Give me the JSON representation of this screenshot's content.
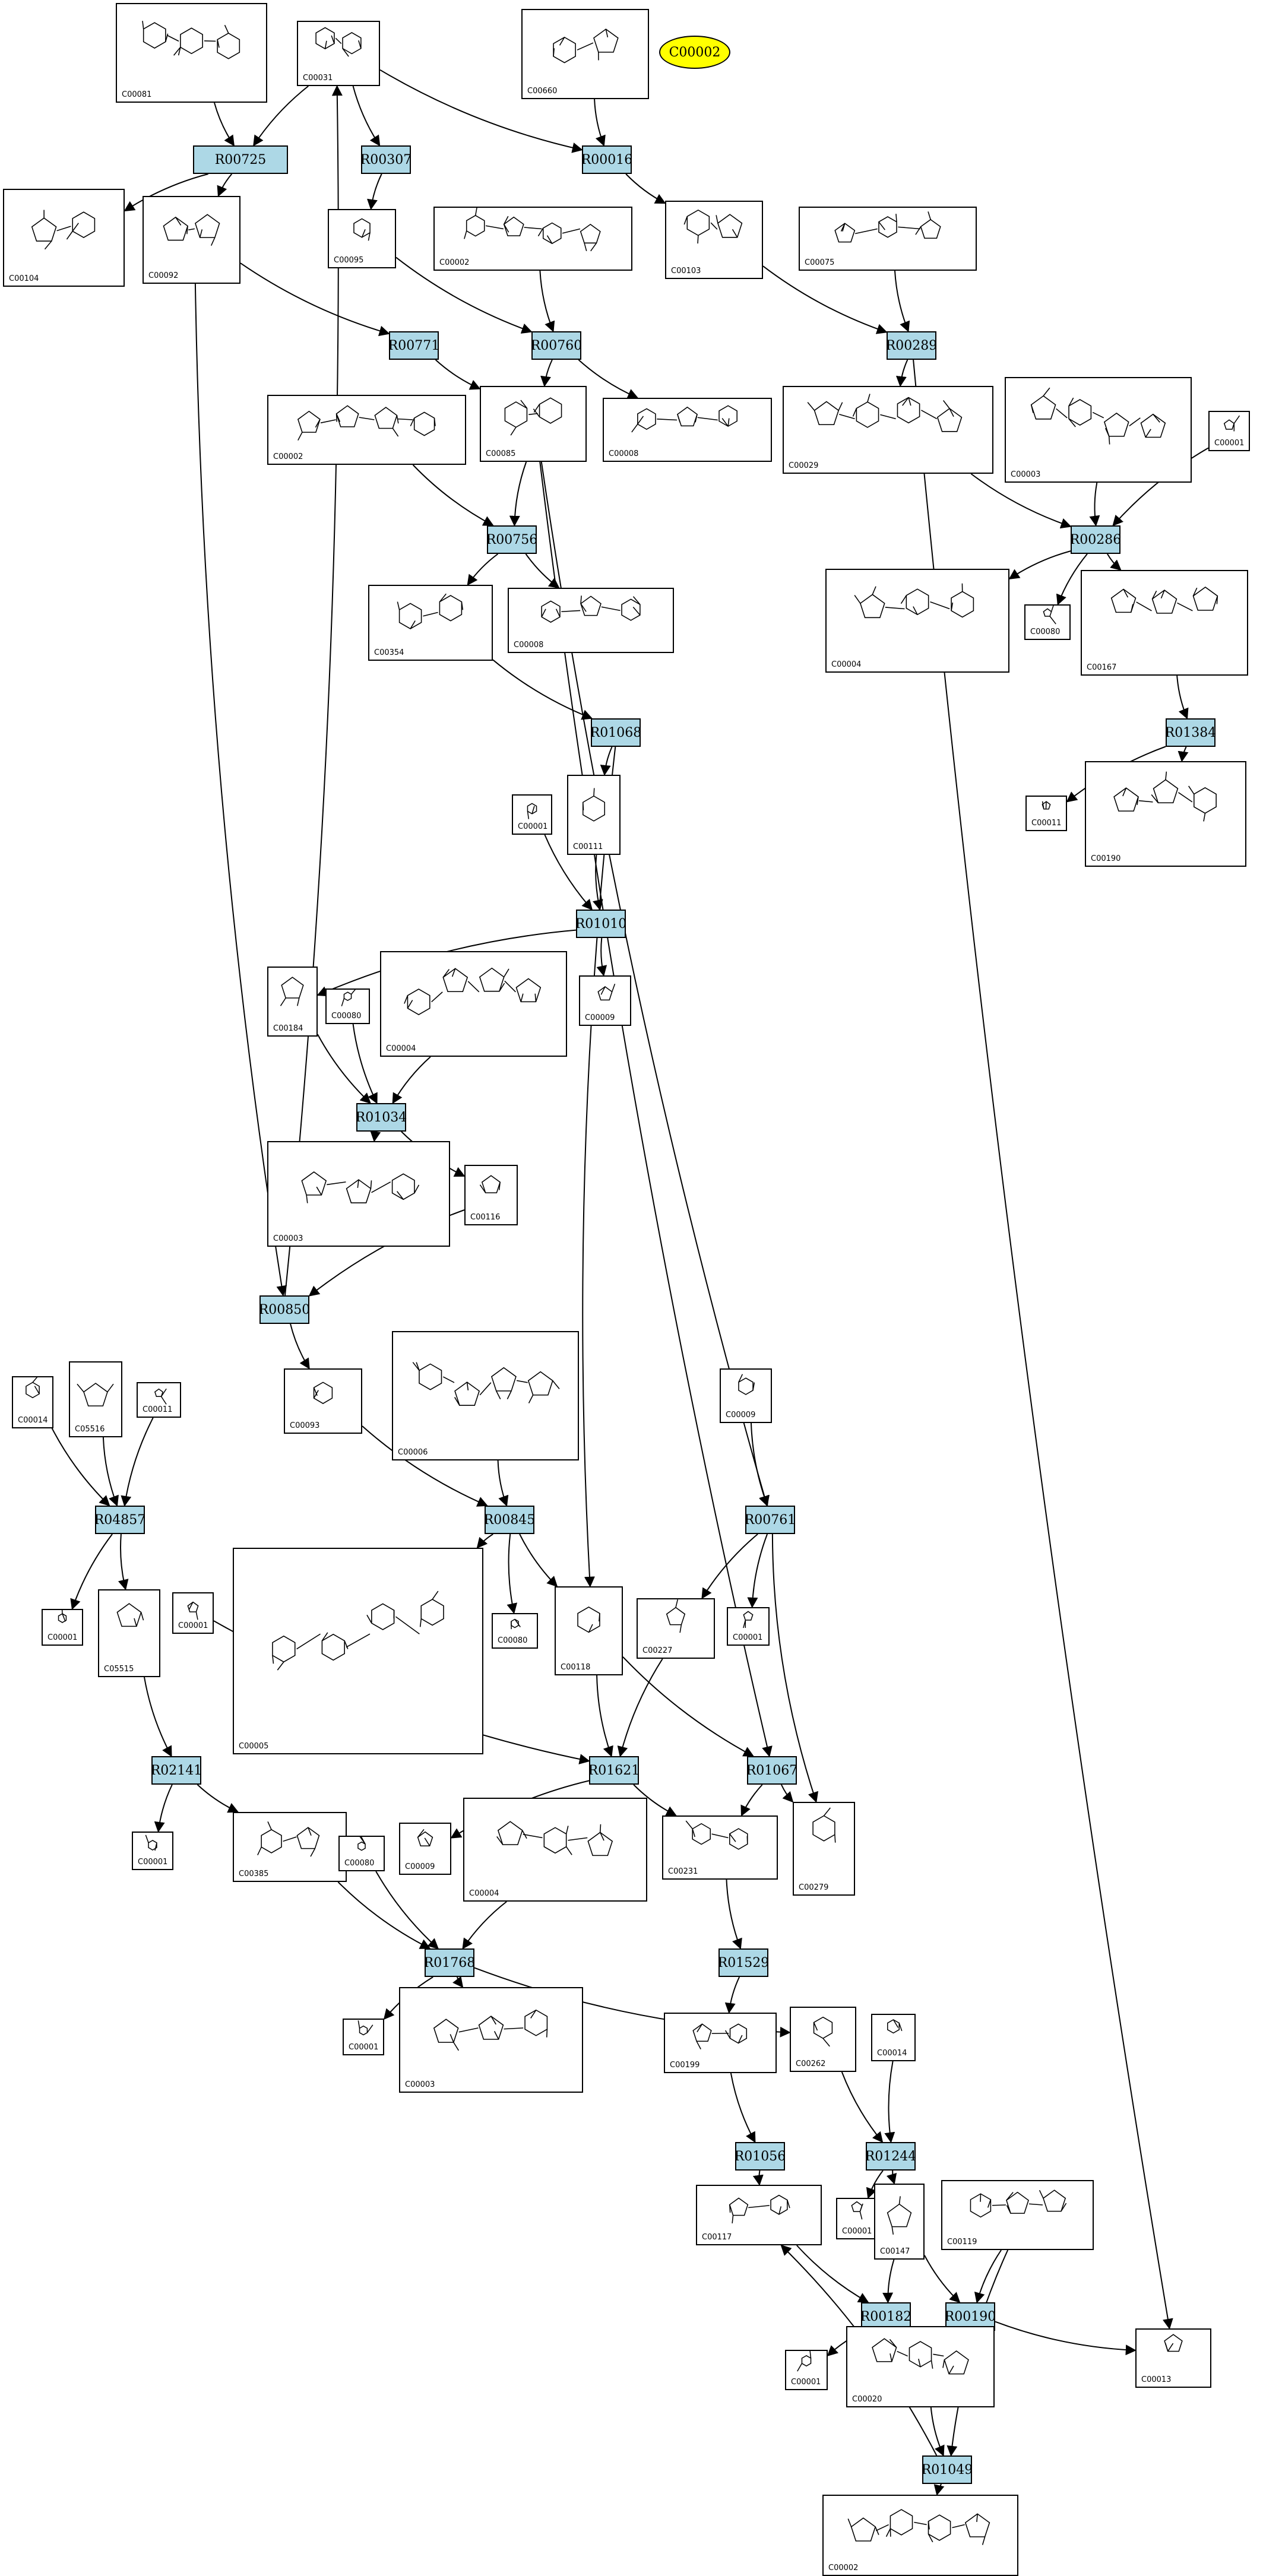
{
  "target": {
    "label": "C00002"
  },
  "colors": {
    "reaction_fill": "#add8e6",
    "target_fill": "#ffff00",
    "edge": "#000000",
    "box": "#000000"
  },
  "reactions": [
    {
      "id": "R00725"
    },
    {
      "id": "R00307"
    },
    {
      "id": "R00016"
    },
    {
      "id": "R00771"
    },
    {
      "id": "R00760"
    },
    {
      "id": "R00289"
    },
    {
      "id": "R00756"
    },
    {
      "id": "R00286"
    },
    {
      "id": "R01068"
    },
    {
      "id": "R01384"
    },
    {
      "id": "R01010"
    },
    {
      "id": "R01034"
    },
    {
      "id": "R00850"
    },
    {
      "id": "R04857"
    },
    {
      "id": "R00845"
    },
    {
      "id": "R00761"
    },
    {
      "id": "R02141"
    },
    {
      "id": "R01621"
    },
    {
      "id": "R01067"
    },
    {
      "id": "R01768"
    },
    {
      "id": "R01529"
    },
    {
      "id": "R01056"
    },
    {
      "id": "R01244"
    },
    {
      "id": "R00182"
    },
    {
      "id": "R00190"
    },
    {
      "id": "R01049"
    }
  ],
  "compounds": [
    {
      "key": "c1",
      "label": "C00081"
    },
    {
      "key": "c2",
      "label": "C00031"
    },
    {
      "key": "c3",
      "label": "C00660"
    },
    {
      "key": "c4",
      "label": "C00104"
    },
    {
      "key": "c5",
      "label": "C00092"
    },
    {
      "key": "c6",
      "label": "C00095"
    },
    {
      "key": "c7",
      "label": "C00002"
    },
    {
      "key": "c8",
      "label": "C00103"
    },
    {
      "key": "c9",
      "label": "C00075"
    },
    {
      "key": "c10",
      "label": "C00002"
    },
    {
      "key": "c11",
      "label": "C00085"
    },
    {
      "key": "c12",
      "label": "C00008"
    },
    {
      "key": "c13",
      "label": "C00029"
    },
    {
      "key": "c14",
      "label": "C00003"
    },
    {
      "key": "c15",
      "label": "C00001"
    },
    {
      "key": "c16",
      "label": "C00354"
    },
    {
      "key": "c17",
      "label": "C00008"
    },
    {
      "key": "c18",
      "label": "C00004"
    },
    {
      "key": "c19",
      "label": "C00080"
    },
    {
      "key": "c20",
      "label": "C00167"
    },
    {
      "key": "c21",
      "label": "C00001"
    },
    {
      "key": "c22",
      "label": "C00111"
    },
    {
      "key": "c23",
      "label": "C00011"
    },
    {
      "key": "c24",
      "label": "C00190"
    },
    {
      "key": "c25",
      "label": "C00184"
    },
    {
      "key": "c26",
      "label": "C00080"
    },
    {
      "key": "c27",
      "label": "C00004"
    },
    {
      "key": "c28",
      "label": "C00009"
    },
    {
      "key": "c29",
      "label": "C00003"
    },
    {
      "key": "c30",
      "label": "C00116"
    },
    {
      "key": "c31",
      "label": "C00006"
    },
    {
      "key": "c32",
      "label": "C00014"
    },
    {
      "key": "c33",
      "label": "C05516"
    },
    {
      "key": "c34",
      "label": "C00011"
    },
    {
      "key": "c35",
      "label": "C00093"
    },
    {
      "key": "c36",
      "label": "C00009"
    },
    {
      "key": "c37",
      "label": "C00001"
    },
    {
      "key": "c38",
      "label": "C05515"
    },
    {
      "key": "c39",
      "label": "C00001"
    },
    {
      "key": "c40",
      "label": "C00005"
    },
    {
      "key": "c41",
      "label": "C00080"
    },
    {
      "key": "c42",
      "label": "C00118"
    },
    {
      "key": "c43",
      "label": "C00227"
    },
    {
      "key": "c44",
      "label": "C00001"
    },
    {
      "key": "c45",
      "label": "C00001"
    },
    {
      "key": "c46",
      "label": "C00385"
    },
    {
      "key": "c47",
      "label": "C00080"
    },
    {
      "key": "c48",
      "label": "C00009"
    },
    {
      "key": "c49",
      "label": "C00004"
    },
    {
      "key": "c50",
      "label": "C00231"
    },
    {
      "key": "c51",
      "label": "C00279"
    },
    {
      "key": "c52",
      "label": "C00001"
    },
    {
      "key": "c53",
      "label": "C00003"
    },
    {
      "key": "c54",
      "label": "C00199"
    },
    {
      "key": "c55",
      "label": "C00262"
    },
    {
      "key": "c56",
      "label": "C00014"
    },
    {
      "key": "c57",
      "label": "C00001"
    },
    {
      "key": "c58",
      "label": "C00147"
    },
    {
      "key": "c59",
      "label": "C00117"
    },
    {
      "key": "c60",
      "label": "C00119"
    },
    {
      "key": "c61",
      "label": "C00001"
    },
    {
      "key": "c62",
      "label": "C00020"
    },
    {
      "key": "c63",
      "label": "C00013"
    },
    {
      "key": "c64",
      "label": "C00002"
    }
  ]
}
